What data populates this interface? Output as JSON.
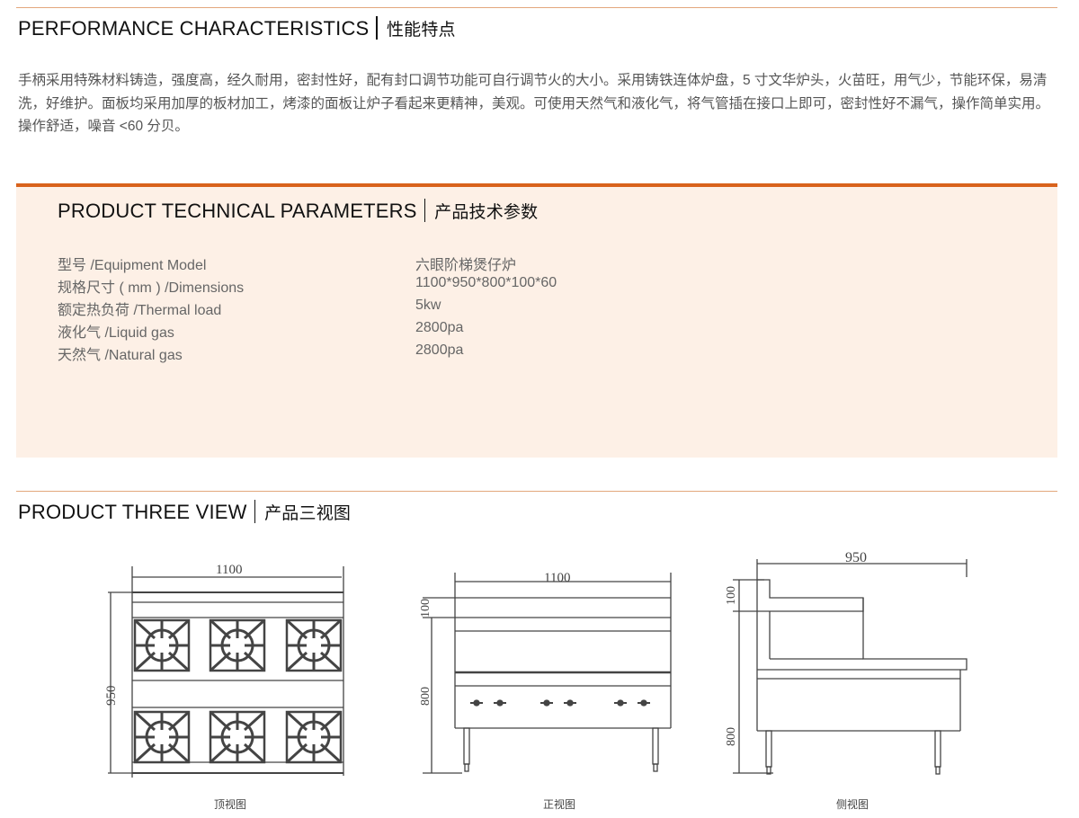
{
  "performance": {
    "title_en": "PERFORMANCE CHARACTERISTICS",
    "title_cn": "性能特点",
    "text": "手柄采用特殊材料铸造，强度高，经久耐用，密封性好，配有封口调节功能可自行调节火的大小。采用铸铁连体炉盘，5 寸文华炉头，火苗旺，用气少，节能环保，易清洗，好维护。面板均采用加厚的板材加工，烤漆的面板让炉子看起来更精神，美观。可使用天然气和液化气，将气管插在接口上即可，密封性好不漏气，操作简单实用。操作舒适，噪音 <60 分贝。"
  },
  "parameters": {
    "title_en": "PRODUCT TECHNICAL PARAMETERS",
    "title_cn": "产品技术参数",
    "rows": [
      {
        "label": "型号 /Equipment Model",
        "value": "六眼阶梯煲仔炉"
      },
      {
        "label": "规格尺寸 ( mm ) /Dimensions",
        "value": "1100*950*800*100*60"
      },
      {
        "label": "额定热负荷 /Thermal load",
        "value": "5kw"
      },
      {
        "label": "液化气 /Liquid gas",
        "value": "2800pa"
      },
      {
        "label": "天然气 /Natural gas",
        "value": "2800pa"
      }
    ]
  },
  "three_view": {
    "title_en": "PRODUCT THREE VIEW",
    "title_cn": "产品三视图",
    "top": {
      "caption": "顶视图",
      "width": "1100",
      "depth": "950"
    },
    "front": {
      "caption": "正视图",
      "width": "1100",
      "h1": "100",
      "h2": "800"
    },
    "side": {
      "caption": "侧视图",
      "depth": "950",
      "h1": "100",
      "h2": "800"
    }
  },
  "colors": {
    "accent": "#d9621c",
    "rule": "#e3a77c",
    "box_bg": "#fdf0e6"
  }
}
